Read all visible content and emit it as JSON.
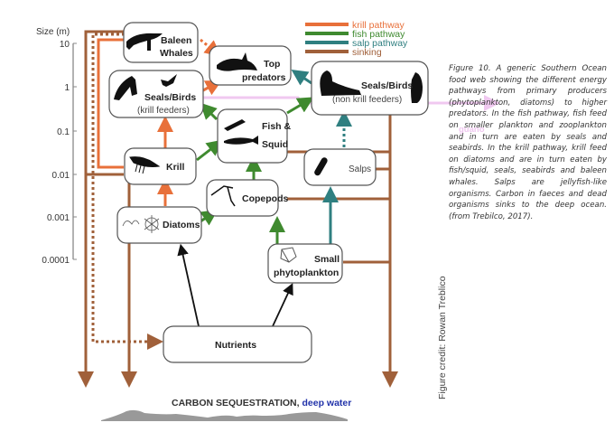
{
  "axis": {
    "title": "Size (m)",
    "ticks": [
      "10",
      "1",
      "0.1",
      "0.01",
      "0.001",
      "0.0001"
    ]
  },
  "legend": [
    {
      "label": "krill pathway",
      "color": "#e8703a"
    },
    {
      "label": "fish pathway",
      "color": "#3f8a2f"
    },
    {
      "label": "salp pathway",
      "color": "#2f7f80"
    },
    {
      "label": "sinking",
      "color": "#a0603a"
    }
  ],
  "nodes": {
    "baleen_whales": {
      "line1": "Baleen",
      "line2": "Whales"
    },
    "top_predators": {
      "line1": "Top",
      "line2": "predators"
    },
    "seals_birds_krill": {
      "line1": "Seals/Birds",
      "line2": "(krill feeders)"
    },
    "seals_birds_nonkrill": {
      "line1": "Seals/Birds",
      "line2": "(non krill feeders)"
    },
    "fish_squid": {
      "line1": "Fish &",
      "line2": "Squid"
    },
    "krill": {
      "line1": "Krill"
    },
    "salps": {
      "line1": "Salps"
    },
    "copepods": {
      "line1": "Copepods"
    },
    "diatoms": {
      "line1": "Diatoms"
    },
    "small_phytoplankton": {
      "line1": "Small",
      "line2": "phytoplankton"
    },
    "nutrients": {
      "line1": "Nutrients"
    }
  },
  "guano_label": "guano",
  "bottom": {
    "main": "CARBON SEQUESTRATION,",
    "accent": " deep water"
  },
  "colors": {
    "krill": "#e8703a",
    "fish": "#3f8a2f",
    "salp": "#2f7f80",
    "sinking": "#a0603a",
    "guano": "#f0c8f0",
    "nutrient": "#111111",
    "deep_water": "#2233aa"
  },
  "caption": "Figure 10.  A generic Southern Ocean food web showing the different energy pathways from primary producers (phytoplankton, diatoms) to higher predators. In the fish pathway, fish feed on smaller plankton and zooplankton and in turn are eaten by seals and seabirds. In the krill pathway, krill feed on diatoms and are in turn eaten by fish/squid, seals, seabirds and baleen whales. Salps are jellyfish-like organisms. Carbon in faeces and dead organisms sinks to the deep ocean. (from Trebilco, 2017).",
  "credit": "Figure credit: Rowan Treblico"
}
